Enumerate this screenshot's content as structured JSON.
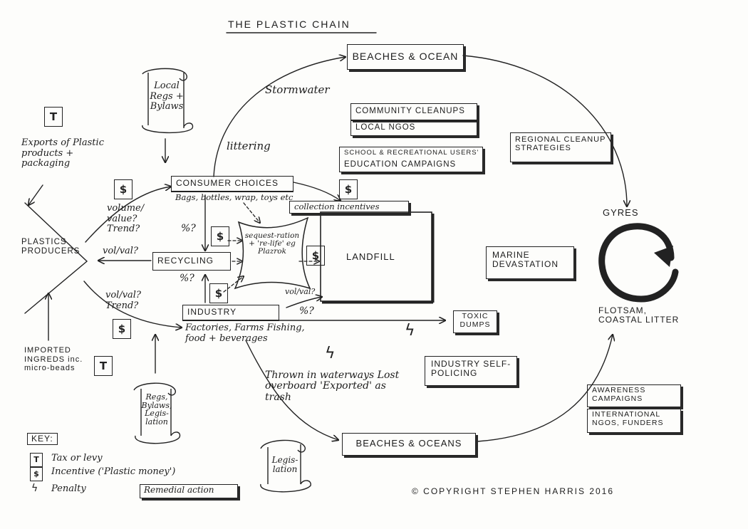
{
  "title": "THE PLASTIC CHAIN",
  "copyright": "© COPYRIGHT STEPHEN HARRIS 2016",
  "nodes": {
    "beaches_ocean_top": "BEACHES & OCEAN",
    "beaches_oceans_bottom": "BEACHES & OCEANS",
    "consumer_choices": "CONSUMER CHOICES",
    "consumer_choices_sub": "Bags, bottles, wrap, toys etc",
    "recycling": "RECYCLING",
    "industry": "INDUSTRY",
    "industry_sub": "Factories, Farms Fishing, food + beverages",
    "landfill": "LANDFILL",
    "sequestration": "sequest-ration + 're-life' eg Plazrok",
    "plastics_producers": "PLASTICS PRODUCERS",
    "gyres": "GYRES",
    "flotsam": "FLOTSAM, COASTAL LITTER",
    "marine_devastation": "MARINE DEVASTATION",
    "toxic_dumps": "TOXIC DUMPS"
  },
  "actions": {
    "community_cleanups": "COMMUNITY CLEANUPS",
    "local_ngos": "LOCAL NGOS",
    "school_users": "SCHOOL & RECREATIONAL USERS'",
    "education_campaigns": "EDUCATION CAMPAIGNS",
    "regional_cleanup": "REGIONAL CLEANUP STRATEGIES",
    "collection_incentives": "collection incentives",
    "industry_self_policing": "INDUSTRY SELF-POLICING",
    "awareness_campaigns": "AWARENESS CAMPAIGNS",
    "international_ngos": "INTERNATIONAL NGOS, FUNDERS"
  },
  "scrolls": {
    "local_regs": "Local Regs + Bylaws",
    "regs_legislation": "Regs, Bylaws, Legis-lation",
    "legislation": "Legis-lation"
  },
  "labels": {
    "stormwater": "Stormwater",
    "littering": "littering",
    "exports": "Exports of Plastic products + packaging",
    "imported": "IMPORTED INGREDS inc. micro-beads",
    "volume_value_trend": "volume/ value? Trend?",
    "vol_val_recycling": "vol/val?",
    "vol_val_trend_industry": "vol/val? Trend?",
    "vol_val_landfill": "vol/val?",
    "pct_top": "%?",
    "pct_mid": "%?",
    "pct_industry": "%?",
    "thrown": "Thrown in waterways Lost overboard 'Exported' as trash"
  },
  "symbols": {
    "tax": "T",
    "incentive": "$",
    "penalty": "ϟ"
  },
  "key": {
    "title": "KEY:",
    "tax_or_levy": "Tax or levy",
    "incentive": "Incentive ('Plastic money')",
    "penalty": "Penalty",
    "remedial_action": "Remedial action"
  }
}
